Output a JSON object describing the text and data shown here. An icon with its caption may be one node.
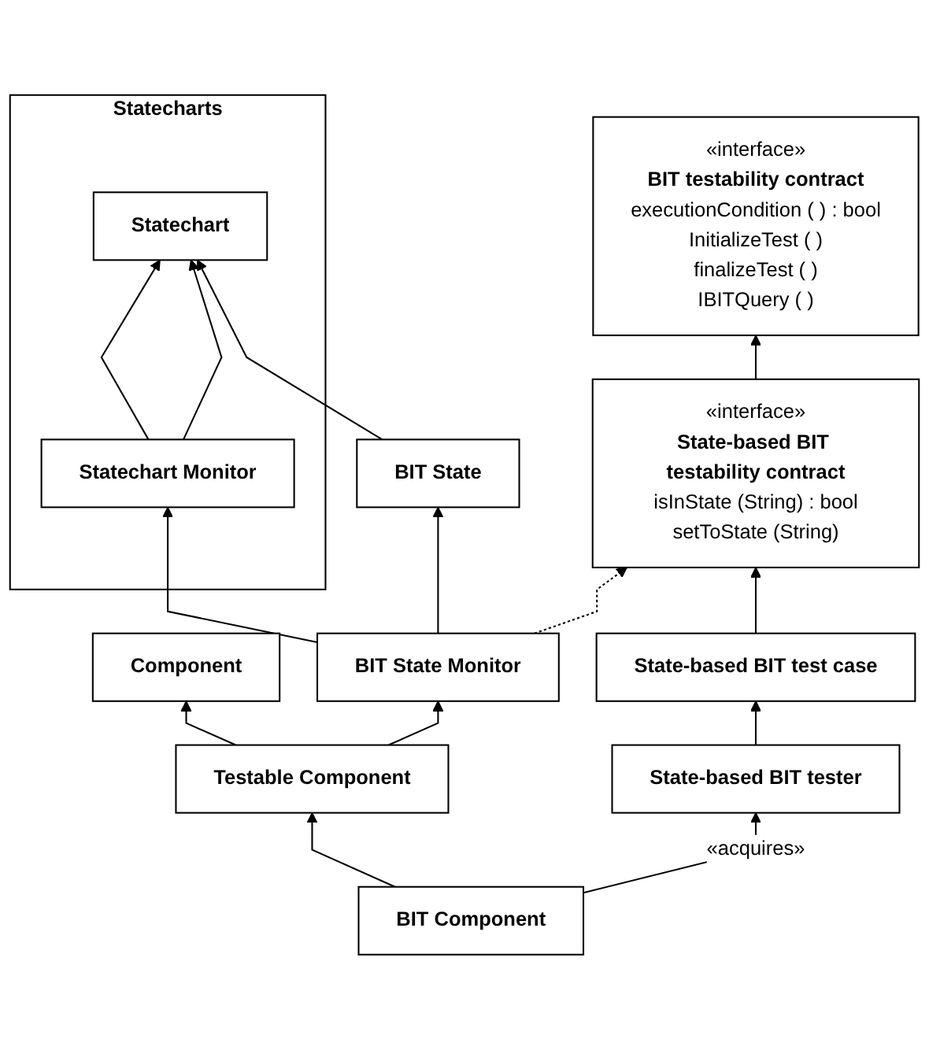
{
  "diagram": {
    "nodes": [
      {
        "text": [
          "Statecharts"
        ]
      },
      {
        "text": [
          "Statechart"
        ],
        "in": 0
      },
      {
        "text": [
          "Statechart Monitor"
        ],
        "in": 0
      },
      {
        "text": [
          "BIT State"
        ]
      },
      {
        "text": [
          "BIT State Monitor"
        ]
      },
      {
        "text": [
          "Component"
        ]
      },
      {
        "text": [
          "Testable Component"
        ]
      },
      {
        "text": [
          "BIT Component"
        ]
      },
      {
        "text": [
          "State-based BIT tester"
        ]
      },
      {
        "text": [
          "State-based BIT test case"
        ]
      },
      {
        "text": [
          "«interface»",
          "State-based BIT testability contract",
          "isInState (String) : bool",
          "setToState (String)"
        ]
      },
      {
        "text": [
          "«interface»",
          "BIT testability contract",
          "executionCondition ( ) : bool",
          "InitializeTest ( )",
          "finalizeTest ( )",
          "IBITQuery ( )"
        ]
      }
    ],
    "edges": [
      {
        "from": 2,
        "to": 1,
        "arrow": "to"
      },
      {
        "from": 2,
        "to": 1,
        "arrow": "to"
      },
      {
        "from": 3,
        "to": 1,
        "arrow": "to"
      },
      {
        "from": 4,
        "to": 2,
        "arrow": "to"
      },
      {
        "from": 4,
        "to": 3,
        "arrow": "to"
      },
      {
        "from": 6,
        "to": 5,
        "arrow": "to"
      },
      {
        "from": 6,
        "to": 4,
        "arrow": "to"
      },
      {
        "from": 7,
        "to": 6,
        "arrow": "to"
      },
      {
        "from": 7,
        "to": 8,
        "arrow": "to",
        "label": "«acquires»"
      },
      {
        "from": 8,
        "to": 9,
        "arrow": "to"
      },
      {
        "from": 9,
        "to": 10,
        "arrow": "to"
      },
      {
        "from": 4,
        "to": 10,
        "arrow": "to",
        "style": "dashed"
      },
      {
        "from": 10,
        "to": 11,
        "arrow": "to"
      }
    ]
  }
}
